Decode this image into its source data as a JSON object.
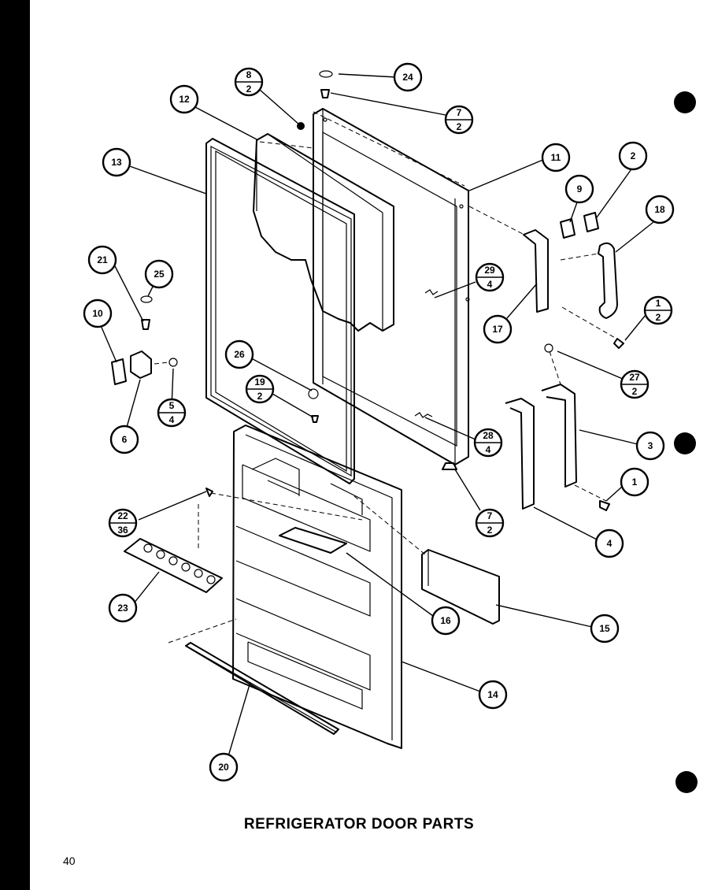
{
  "title": "REFRIGERATOR DOOR PARTS",
  "page_number": "40",
  "callouts": {
    "c1": {
      "top": "1"
    },
    "c1_2": {
      "top": "1",
      "bottom": "2"
    },
    "c2": {
      "top": "2"
    },
    "c3": {
      "top": "3"
    },
    "c4": {
      "top": "4"
    },
    "c5_4": {
      "top": "5",
      "bottom": "4"
    },
    "c6": {
      "top": "6"
    },
    "c7_2a": {
      "top": "7",
      "bottom": "2"
    },
    "c7_2b": {
      "top": "7",
      "bottom": "2"
    },
    "c8_2": {
      "top": "8",
      "bottom": "2"
    },
    "c9": {
      "top": "9"
    },
    "c10": {
      "top": "10"
    },
    "c11": {
      "top": "11"
    },
    "c12": {
      "top": "12"
    },
    "c13": {
      "top": "13"
    },
    "c14": {
      "top": "14"
    },
    "c15": {
      "top": "15"
    },
    "c16": {
      "top": "16"
    },
    "c17": {
      "top": "17"
    },
    "c18": {
      "top": "18"
    },
    "c19_2": {
      "top": "19",
      "bottom": "2"
    },
    "c20": {
      "top": "20"
    },
    "c21": {
      "top": "21"
    },
    "c22_36": {
      "top": "22",
      "bottom": "36"
    },
    "c23": {
      "top": "23"
    },
    "c24": {
      "top": "24"
    },
    "c25": {
      "top": "25"
    },
    "c26": {
      "top": "26"
    },
    "c27_2": {
      "top": "27",
      "bottom": "2"
    },
    "c28_4": {
      "top": "28",
      "bottom": "4"
    },
    "c29_4": {
      "top": "29",
      "bottom": "4"
    }
  }
}
